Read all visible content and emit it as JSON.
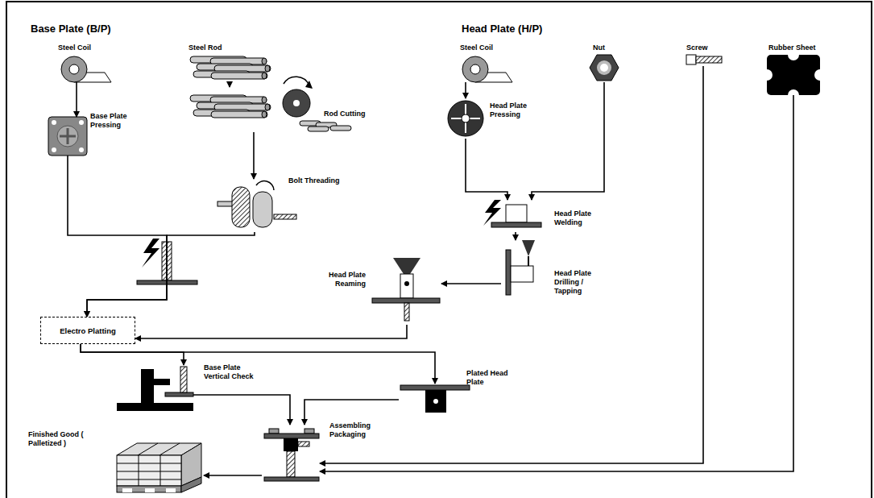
{
  "diagram": {
    "nodes": [
      {
        "text": [
          "Steel Coil"
        ]
      },
      {
        "text": [
          "Steel Rod"
        ]
      },
      {
        "text": [
          "Steel Coil"
        ]
      },
      {
        "text": [
          "Nut"
        ]
      },
      {
        "text": [
          "Screw"
        ]
      },
      {
        "text": [
          "Rubber Sheet"
        ]
      },
      {
        "text": [
          "Rod Cutting"
        ]
      },
      {
        "text": [
          "Base Plate Pressing"
        ]
      },
      {
        "text": [
          "Head Plate Pressing"
        ]
      },
      {
        "text": [
          "Bolt Threading"
        ]
      },
      {
        "text": [
          "Head Plate Welding"
        ]
      },
      {
        "text": [
          "Head Plate Reaming"
        ]
      },
      {
        "text": [
          "Head Plate Drilling / Tapping"
        ]
      },
      {
        "text": [
          "Electro Platting"
        ]
      },
      {
        "text": [
          "Base Plate Vertical Check"
        ]
      },
      {
        "text": [
          "Plated Head Plate"
        ]
      },
      {
        "text": [
          "Assembling Packaging"
        ]
      },
      {
        "text": [
          "Finished Good ( Palletized )"
        ]
      }
    ],
    "edges": [
      {
        "from": 0,
        "to": 7,
        "arrow": "to"
      },
      {
        "from": 1,
        "to": 6,
        "arrow": "to"
      },
      {
        "from": 6,
        "to": 9,
        "arrow": "to"
      },
      {
        "from": 7,
        "to": 13,
        "arrow": "to"
      },
      {
        "from": 9,
        "to": 13,
        "arrow": "to"
      },
      {
        "from": 2,
        "to": 8,
        "arrow": "to"
      },
      {
        "from": 8,
        "to": 10,
        "arrow": "to"
      },
      {
        "from": 3,
        "to": 10,
        "arrow": "to"
      },
      {
        "from": 10,
        "to": 12,
        "arrow": "to"
      },
      {
        "from": 12,
        "to": 11,
        "arrow": "to"
      },
      {
        "from": 11,
        "to": 13,
        "arrow": "to"
      },
      {
        "from": 13,
        "to": 14,
        "arrow": "to"
      },
      {
        "from": 13,
        "to": 15,
        "arrow": "to"
      },
      {
        "from": 14,
        "to": 16,
        "arrow": "to"
      },
      {
        "from": 15,
        "to": 16,
        "arrow": "to"
      },
      {
        "from": 4,
        "to": 16,
        "arrow": "to"
      },
      {
        "from": 5,
        "to": 16,
        "arrow": "to"
      },
      {
        "from": 16,
        "to": 17,
        "arrow": "to"
      }
    ],
    "labels": [
      "Base Plate (B/P)",
      "Head Plate (H/P)"
    ]
  }
}
